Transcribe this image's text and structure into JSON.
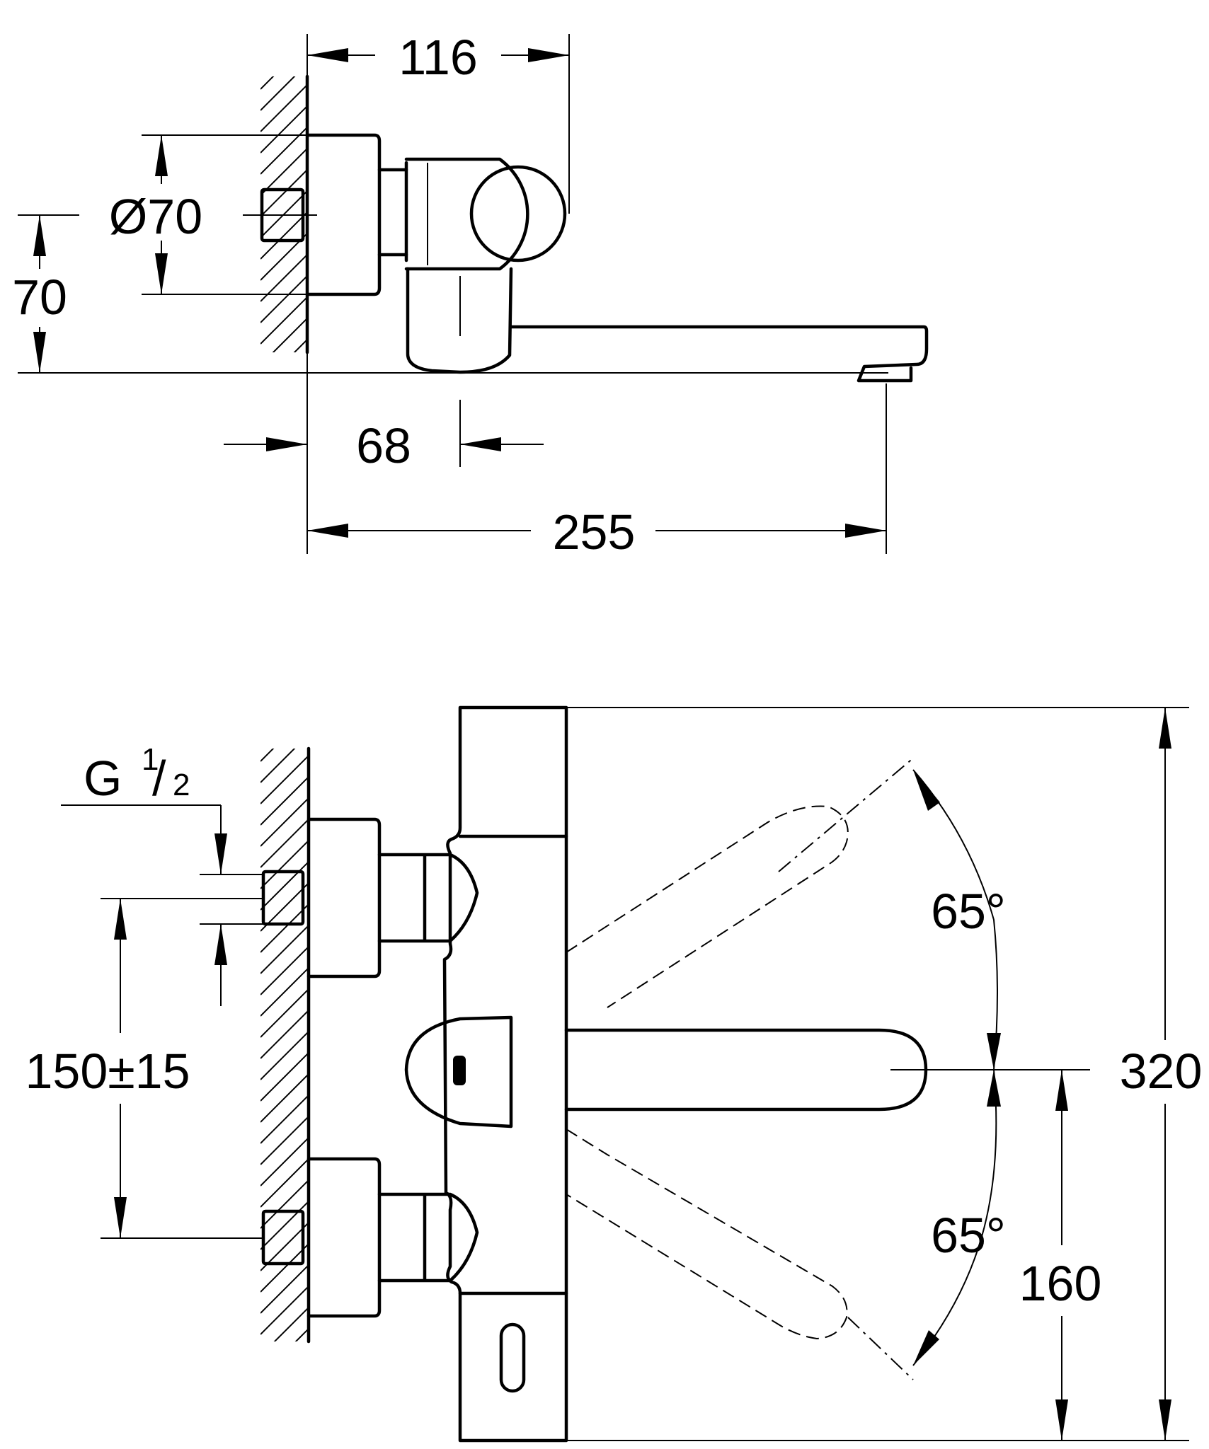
{
  "top_view": {
    "dim_width_116": "116",
    "dim_diameter": "Ø70",
    "dim_height_70": "70",
    "dim_offset_68": "68",
    "dim_projection_255": "255"
  },
  "front_view": {
    "thread_g": "G",
    "thread_numerator": "1",
    "thread_slash": "/",
    "thread_denominator": "2",
    "dim_centers": "150±15",
    "angle_upper": "65°",
    "angle_lower": "65°",
    "dim_height_320": "320",
    "dim_height_160": "160"
  }
}
